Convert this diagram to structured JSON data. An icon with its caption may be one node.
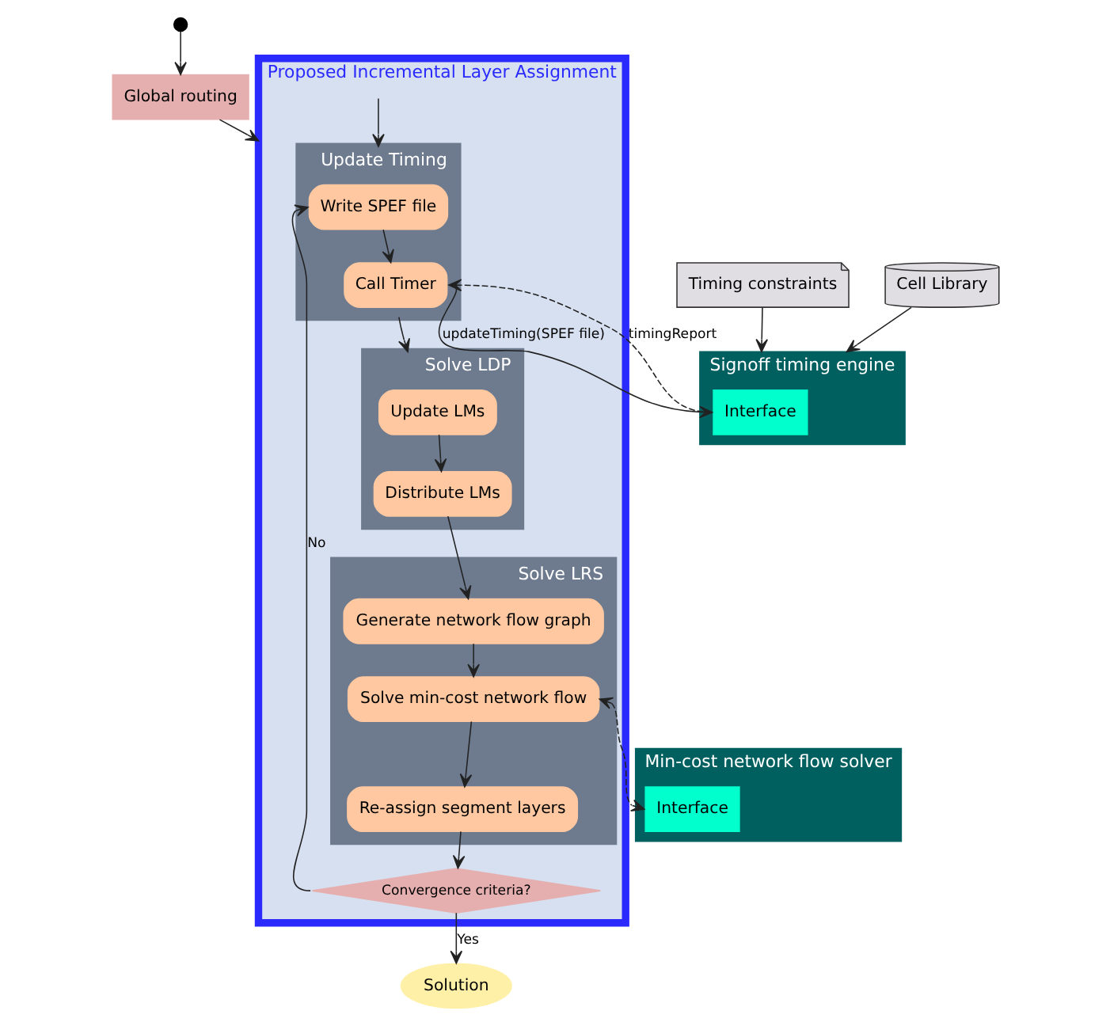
{
  "diagram": {
    "nodes": [
      {
        "text": [],
        "shape": "circle"
      },
      {
        "text": [
          "Global routing"
        ]
      },
      {
        "text": [
          "Proposed Incremental Layer Assignment"
        ]
      },
      {
        "text": [
          "Update Timing"
        ],
        "in": 2
      },
      {
        "text": [
          "Write SPEF file"
        ],
        "in": 3
      },
      {
        "text": [
          "Call Timer"
        ],
        "in": 3
      },
      {
        "text": [
          "Solve LDP"
        ],
        "in": 2
      },
      {
        "text": [
          "Update LMs"
        ],
        "in": 6
      },
      {
        "text": [
          "Distribute LMs"
        ],
        "in": 6
      },
      {
        "text": [
          "Solve LRS"
        ],
        "in": 2
      },
      {
        "text": [
          "Generate network flow graph"
        ],
        "in": 9
      },
      {
        "text": [
          "Solve min-cost network flow"
        ],
        "in": 9
      },
      {
        "text": [
          "Re-assign segment layers"
        ],
        "in": 9
      },
      {
        "text": [
          "Convergence criteria?"
        ],
        "in": 2
      },
      {
        "text": [
          "Solution"
        ]
      },
      {
        "text": [
          "Timing constraints"
        ]
      },
      {
        "text": [
          "Cell Library"
        ]
      },
      {
        "text": [
          "Signoff timing engine"
        ]
      },
      {
        "text": [
          "Interface"
        ],
        "in": 17
      },
      {
        "text": [
          "Min-cost network flow solver"
        ]
      },
      {
        "text": [
          "Interface"
        ],
        "in": 19
      }
    ],
    "edges": [
      {
        "from": 0,
        "to": 1,
        "arrow": "to"
      },
      {
        "from": 1,
        "to": 2,
        "arrow": "to"
      },
      {
        "from": null,
        "to": 3,
        "arrow": "to"
      },
      {
        "from": 4,
        "to": 5,
        "arrow": "to"
      },
      {
        "from": 3,
        "to": 6,
        "arrow": "to"
      },
      {
        "from": 7,
        "to": 8,
        "arrow": "to"
      },
      {
        "from": 8,
        "to": 10,
        "arrow": "to"
      },
      {
        "from": 10,
        "to": 11,
        "arrow": "to"
      },
      {
        "from": 11,
        "to": 12,
        "arrow": "to"
      },
      {
        "from": 12,
        "to": 13,
        "arrow": "to"
      },
      {
        "from": 13,
        "to": 4,
        "arrow": "to",
        "label": "No"
      },
      {
        "from": 13,
        "to": 14,
        "arrow": "to",
        "label": "Yes"
      },
      {
        "from": 15,
        "to": 17,
        "arrow": "to"
      },
      {
        "from": 16,
        "to": 17,
        "arrow": "to"
      },
      {
        "from": 5,
        "to": 18,
        "arrow": "to",
        "label": "updateTiming(SPEF file)"
      },
      {
        "from": 18,
        "to": 5,
        "arrow": "to",
        "label": "timingReport",
        "style": "dashed"
      },
      {
        "from": 11,
        "to": 20,
        "arrow": "both",
        "style": "dashed"
      }
    ]
  }
}
